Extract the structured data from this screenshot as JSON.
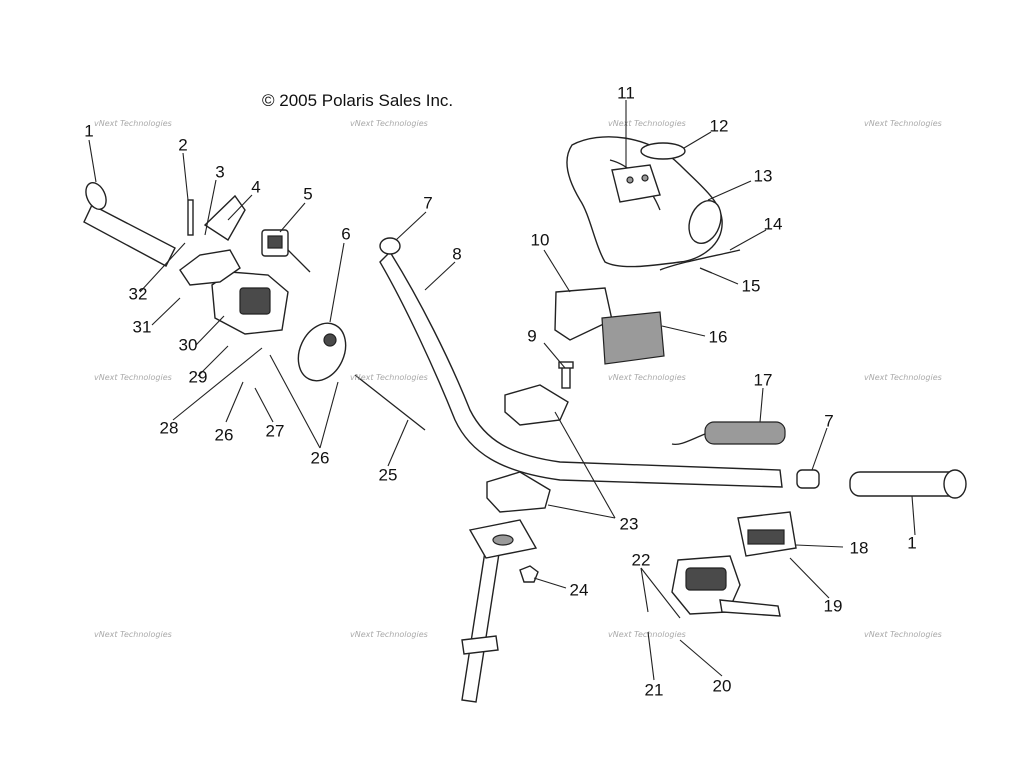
{
  "copyright": "© 2005 Polaris Sales Inc.",
  "watermark_text": "vNext Technologies",
  "callouts": [
    {
      "id": "c1a",
      "label": "1"
    },
    {
      "id": "c2",
      "label": "2"
    },
    {
      "id": "c3",
      "label": "3"
    },
    {
      "id": "c4",
      "label": "4"
    },
    {
      "id": "c5",
      "label": "5"
    },
    {
      "id": "c6",
      "label": "6"
    },
    {
      "id": "c7a",
      "label": "7"
    },
    {
      "id": "c8",
      "label": "8"
    },
    {
      "id": "c9",
      "label": "9"
    },
    {
      "id": "c10",
      "label": "10"
    },
    {
      "id": "c11",
      "label": "11"
    },
    {
      "id": "c12",
      "label": "12"
    },
    {
      "id": "c13",
      "label": "13"
    },
    {
      "id": "c14",
      "label": "14"
    },
    {
      "id": "c15",
      "label": "15"
    },
    {
      "id": "c16",
      "label": "16"
    },
    {
      "id": "c17",
      "label": "17"
    },
    {
      "id": "c7b",
      "label": "7"
    },
    {
      "id": "c1b",
      "label": "1"
    },
    {
      "id": "c18",
      "label": "18"
    },
    {
      "id": "c19",
      "label": "19"
    },
    {
      "id": "c20",
      "label": "20"
    },
    {
      "id": "c21",
      "label": "21"
    },
    {
      "id": "c22",
      "label": "22"
    },
    {
      "id": "c23",
      "label": "23"
    },
    {
      "id": "c24",
      "label": "24"
    },
    {
      "id": "c25",
      "label": "25"
    },
    {
      "id": "c26a",
      "label": "26"
    },
    {
      "id": "c26b",
      "label": "26"
    },
    {
      "id": "c27",
      "label": "27"
    },
    {
      "id": "c28",
      "label": "28"
    },
    {
      "id": "c29",
      "label": "29"
    },
    {
      "id": "c30",
      "label": "30"
    },
    {
      "id": "c31",
      "label": "31"
    },
    {
      "id": "c32",
      "label": "32"
    }
  ]
}
